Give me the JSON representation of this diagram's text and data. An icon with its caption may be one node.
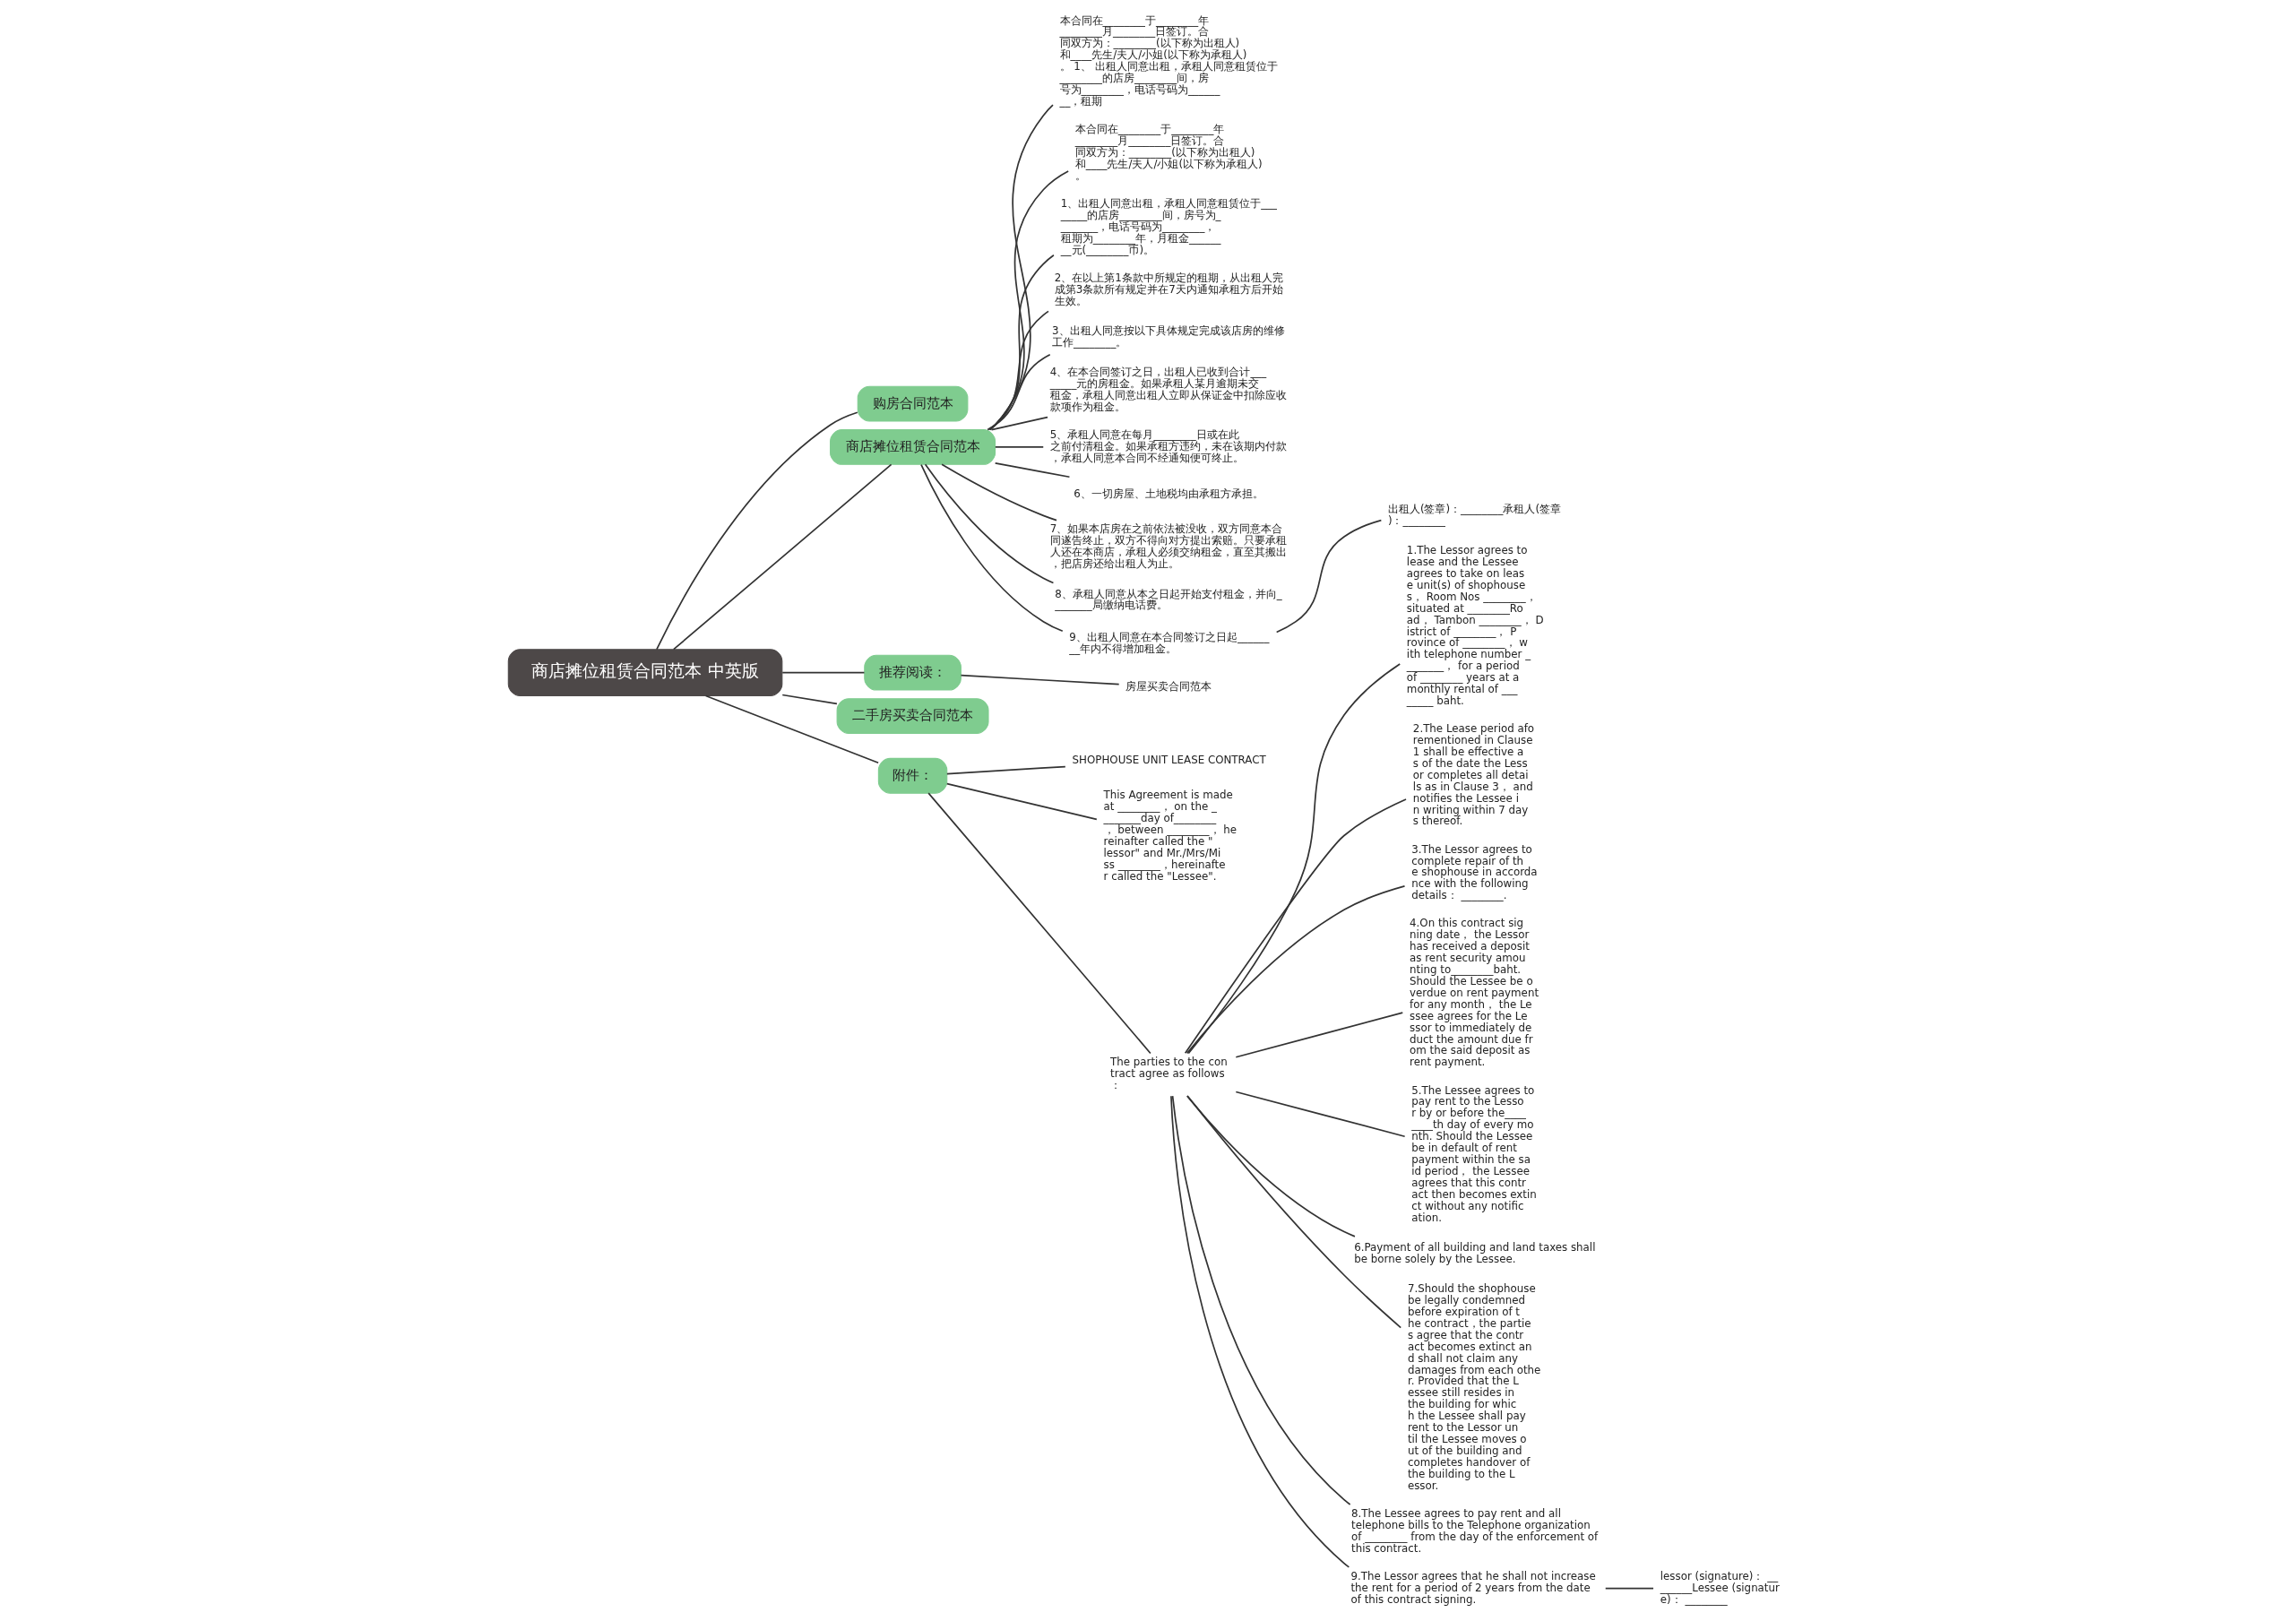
{
  "diagram": {
    "nodes": [
      {
        "text": [
          "商店摊位租赁合同范本 中英版"
        ]
      },
      {
        "text": [
          "购房合同范本"
        ]
      },
      {
        "text": [
          "商店摊位租赁合同范本"
        ]
      },
      {
        "text": [
          "本合同在________于________年________月________日签订。合同双方为：________(以下称为出租人)和____先生/夫人/小姐(以下称为承租人)。 1、 出租人同意出租，承租人同意租赁位于________的店房________间，房号为________，电话号码为________，租期"
        ]
      },
      {
        "text": [
          "本合同在________于________年________月________日签订。合同双方为：________(以下称为出租人)和____先生/夫人/小姐(以下称为承租人)。"
        ]
      },
      {
        "text": [
          "1、出租人同意出租，承租人同意租赁位于________的店房________间，房号为________，电话号码为________，租期为________年，月租金________元(________币)。"
        ]
      },
      {
        "text": [
          "2、在以上第1条款中所规定的租期，从出租人完成第3条款所有规定并在7天内通知承租方后开始生效。"
        ]
      },
      {
        "text": [
          "3、出租人同意按以下具体规定完成该店房的维修工作________。"
        ]
      },
      {
        "text": [
          "4、在本合同签订之日，出租人已收到合计________元的房租金。如果承租人某月逾期未交租金，承租人同意出租人立即从保证金中扣除应收款项作为租金。"
        ]
      },
      {
        "text": [
          "5、承租人同意在每月________日或在此之前付清租金。如果承租方违约，未在该期内付款，承租人同意本合同不经通知便可终止。"
        ]
      },
      {
        "text": [
          "6、一切房屋、土地税均由承租方承担。"
        ]
      },
      {
        "text": [
          "7、如果本店房在之前依法被没收，双方同意本合同遂告终止，双方不得向对方提出索赔。只要承租人还在本商店，承租人必须交纳租金，直至其搬出，把店房还给出租人为止。"
        ]
      },
      {
        "text": [
          "8、承租人同意从本之日起开始支付租金，并向________局缴纳电话费。"
        ]
      },
      {
        "text": [
          "9、出租人同意在本合同签订之日起________年内不得增加租金。"
        ]
      },
      {
        "text": [
          "出租人(签章)：________承租人(签章)：________"
        ]
      },
      {
        "text": [
          "推荐阅读："
        ]
      },
      {
        "text": [
          "房屋买卖合同范本"
        ]
      },
      {
        "text": [
          "二手房买卖合同范本"
        ]
      },
      {
        "text": [
          "附件："
        ]
      },
      {
        "text": [
          "SHOPHOUSE UNIT LEASE CONTRACT"
        ]
      },
      {
        "text": [
          "This Agreement is made at ________， on the ________day of________ ， between ________， hereinafter called the \"lessor\" and Mr./Mrs/Miss ________，hereinafter called the \"Lessee\"."
        ]
      },
      {
        "text": [
          "The parties to the contract agree as follows："
        ]
      },
      {
        "text": [
          "1.The Lessor agrees to lease and the Lessee agrees to take on lease unit(s) of shophouses， Room Nos ________， situated at ________Road， Tambon ________， District of ________， Province of ________， with telephone number ________， for a period of ________ years at a monthly rental of ________ baht."
        ]
      },
      {
        "text": [
          "2.The Lease period aforementioned in Clause 1 shall be effective as of the date the Lessor completes all details as in Clause 3， and notifies the Lessee in writing within 7 days thereof."
        ]
      },
      {
        "text": [
          "3.The Lessor agrees to complete repair of the shophouse in accordance with the following details： ________."
        ]
      },
      {
        "text": [
          "4.On this contract signing date， the Lessor has received a deposit as rent security amounting to________baht. Should the Lessee be overdue on rent payment for any month， the Lessee agrees for the Lessor to immediately deduct the amount due from the said deposit as rent payment."
        ]
      },
      {
        "text": [
          "5.The Lessee agrees to pay rent to the Lessor by or before the________th day of every month. Should the Lessee be in default of rent payment within the said period， the Lessee agrees that this contract then becomes extinct without any notification."
        ]
      },
      {
        "text": [
          "6.Payment of all building and land taxes shall be borne solely by the Lessee."
        ]
      },
      {
        "text": [
          "7.Should the shophouse be legally condemned before expiration of the contract，the parties agree that the contract becomes extinct and shall not claim any damages from each other. Provided that the Lessee still resides in the building for which the Lessee shall pay rent to the Lessor until the Lessee moves out of the building and completes handover of the building to the Lessor."
        ]
      },
      {
        "text": [
          "8.The Lessee agrees to pay rent and all telephone bills to the Telephone organization of ________ from the day of the enforcement of this contract."
        ]
      },
      {
        "text": [
          "9.The Lessor agrees that he shall not increase the rent for a period of 2 years from the date of this contract signing."
        ]
      },
      {
        "text": [
          "lessor (signature)： ________Lessee (signature)： ________"
        ]
      }
    ],
    "edges": [
      {
        "from": 0,
        "to": 1,
        "arrow": "none"
      },
      {
        "from": 0,
        "to": 2,
        "arrow": "none"
      },
      {
        "from": 2,
        "to": 3,
        "arrow": "none"
      },
      {
        "from": 2,
        "to": 4,
        "arrow": "none"
      },
      {
        "from": 2,
        "to": 5,
        "arrow": "none"
      },
      {
        "from": 2,
        "to": 6,
        "arrow": "none"
      },
      {
        "from": 2,
        "to": 7,
        "arrow": "none"
      },
      {
        "from": 2,
        "to": 8,
        "arrow": "none"
      },
      {
        "from": 2,
        "to": 9,
        "arrow": "none"
      },
      {
        "from": 2,
        "to": 10,
        "arrow": "none"
      },
      {
        "from": 2,
        "to": 11,
        "arrow": "none"
      },
      {
        "from": 2,
        "to": 12,
        "arrow": "none"
      },
      {
        "from": 2,
        "to": 13,
        "arrow": "none"
      },
      {
        "from": 13,
        "to": 14,
        "arrow": "none"
      },
      {
        "from": 0,
        "to": 15,
        "arrow": "none"
      },
      {
        "from": 15,
        "to": 16,
        "arrow": "none"
      },
      {
        "from": 0,
        "to": 17,
        "arrow": "none"
      },
      {
        "from": 0,
        "to": 18,
        "arrow": "none"
      },
      {
        "from": 18,
        "to": 19,
        "arrow": "none"
      },
      {
        "from": 18,
        "to": 20,
        "arrow": "none"
      },
      {
        "from": 18,
        "to": 21,
        "arrow": "none"
      },
      {
        "from": 21,
        "to": 22,
        "arrow": "none"
      },
      {
        "from": 21,
        "to": 23,
        "arrow": "none"
      },
      {
        "from": 21,
        "to": 24,
        "arrow": "none"
      },
      {
        "from": 21,
        "to": 25,
        "arrow": "none"
      },
      {
        "from": 21,
        "to": 26,
        "arrow": "none"
      },
      {
        "from": 21,
        "to": 27,
        "arrow": "none"
      },
      {
        "from": 21,
        "to": 28,
        "arrow": "none"
      },
      {
        "from": 21,
        "to": 29,
        "arrow": "none"
      },
      {
        "from": 21,
        "to": 30,
        "arrow": "none"
      },
      {
        "from": 30,
        "to": 31,
        "arrow": "none"
      }
    ]
  }
}
